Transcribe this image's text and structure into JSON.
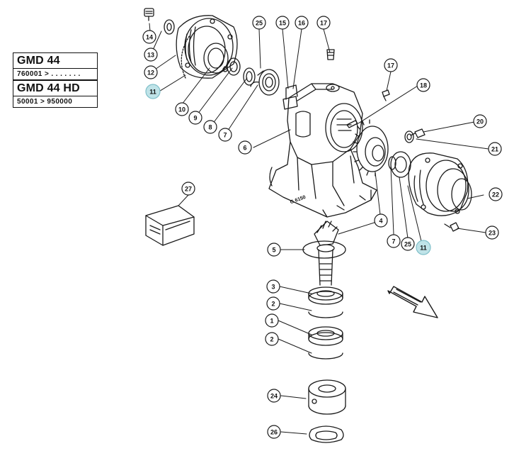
{
  "models": [
    {
      "name": "GMD 44",
      "range": "760001 > . . . . . . ."
    },
    {
      "name": "GMD 44 HD",
      "range": "50001 > 950000"
    }
  ],
  "casting_mark": "G 6150",
  "callouts": {
    "c1": "1",
    "c2a": "2",
    "c2b": "2",
    "c3": "3",
    "c4": "4",
    "c5": "5",
    "c6": "6",
    "c7a": "7",
    "c7b": "7",
    "c8": "8",
    "c9": "9",
    "c10": "10",
    "c11a": "11",
    "c11b": "11",
    "c12": "12",
    "c13": "13",
    "c14": "14",
    "c15": "15",
    "c16": "16",
    "c17a": "17",
    "c17b": "17",
    "c18": "18",
    "c20": "20",
    "c21": "21",
    "c22": "22",
    "c23": "23",
    "c24": "24",
    "c25a": "25",
    "c25b": "25",
    "c26": "26",
    "c27": "27"
  },
  "colors": {
    "line": "#1a1a1a",
    "highlight_fill": "#bfe3e8",
    "highlight_stroke": "#7fbfc9"
  }
}
